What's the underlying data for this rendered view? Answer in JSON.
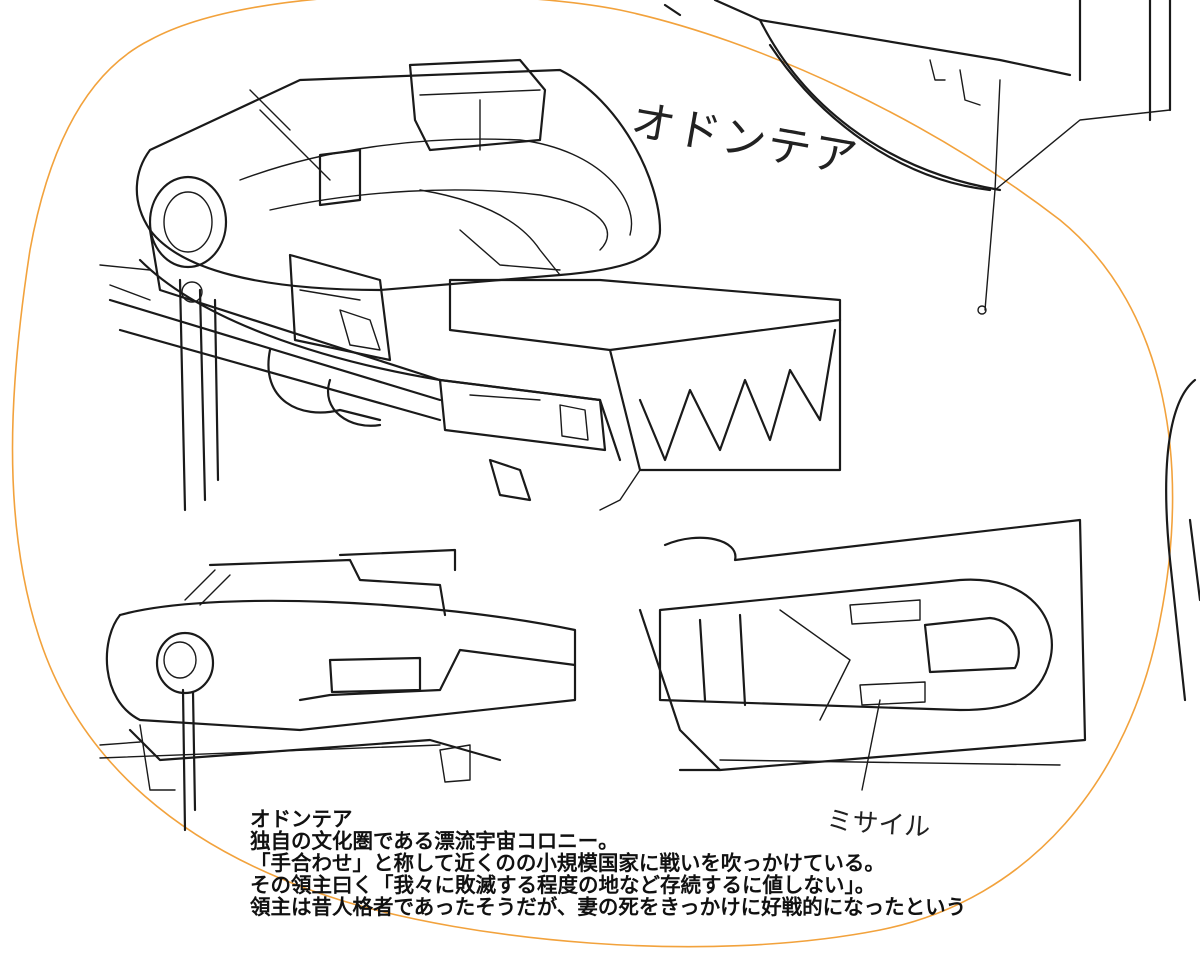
{
  "sketch": {
    "name_label": "オドンテア",
    "missile_label": "ミサイル"
  },
  "caption": {
    "lines": [
      "オドンテア",
      "独自の文化圏である漂流宇宙コロニー。",
      "「手合わせ」と称して近くのの小規模国家に戦いを吹っかけている。",
      "その領主曰く「我々に敗滅する程度の地など存続するに値しない」。",
      "領主は昔人格者であったそうだが、妻の死をきっかけに好戦的になったという"
    ]
  },
  "colors": {
    "outline": "#f2a23c",
    "ink": "#1a1a1a",
    "background": "#ffffff"
  }
}
